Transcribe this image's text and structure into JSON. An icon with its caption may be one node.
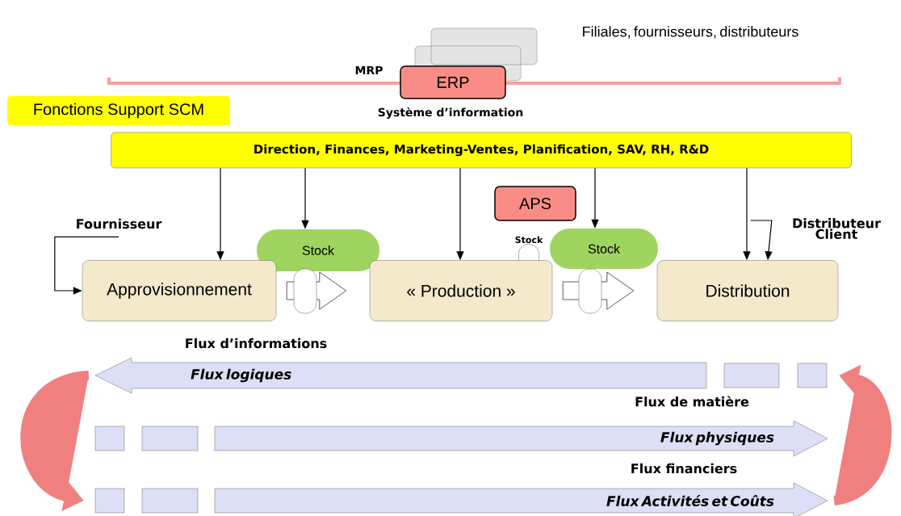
{
  "diagram": {
    "nodes": [
      {
        "text": [
          "ERP"
        ],
        "beside": [
          "MRP",
          "Système d’information"
        ]
      },
      {
        "text": [
          "Fonctions Support SCM"
        ]
      },
      {
        "text": [
          "Direction, Finances, Marketing-Ventes, Planification, SAV, RH, R&D"
        ]
      },
      {
        "text": [
          "APS"
        ]
      },
      {
        "text": [
          "Stock"
        ]
      },
      {
        "text": [
          "Stock"
        ]
      },
      {
        "text": [
          "Stock"
        ]
      },
      {
        "text": [
          "Approvisionnement"
        ]
      },
      {
        "text": [
          "« Production »"
        ]
      },
      {
        "text": [
          "Distribution"
        ]
      },
      {
        "text": [
          "Fournisseur"
        ]
      },
      {
        "text": [
          "Distributeur Client"
        ]
      },
      {
        "text": [
          "Flux logiques"
        ]
      },
      {
        "text": [
          "Flux physiques"
        ]
      },
      {
        "text": [
          "Flux  Activités et Coûts"
        ]
      }
    ],
    "edges": [
      {
        "from": 2,
        "to": 7,
        "arrow": "to"
      },
      {
        "from": 2,
        "to": 4,
        "arrow": "to"
      },
      {
        "from": 2,
        "to": 8,
        "arrow": "to"
      },
      {
        "from": 2,
        "to": 6,
        "arrow": "to"
      },
      {
        "from": 2,
        "to": 9,
        "arrow": "to"
      },
      {
        "from": 10,
        "to": 7,
        "arrow": "to"
      },
      {
        "from": 11,
        "to": 9,
        "arrow": "to"
      },
      {
        "from": 7,
        "to": 8,
        "arrow": "to"
      },
      {
        "from": 8,
        "to": 9,
        "arrow": "to"
      },
      {
        "from": 12,
        "to": 14,
        "arrow": "to",
        "style": "thick",
        "color": "#f08080"
      },
      {
        "from": 14,
        "to": 12,
        "arrow": "to",
        "style": "thick",
        "color": "#f08080"
      }
    ],
    "labels": [
      "Filiales, fournisseurs, distributeurs",
      "Flux d’informations",
      "Flux de matière",
      "Flux financiers"
    ]
  }
}
